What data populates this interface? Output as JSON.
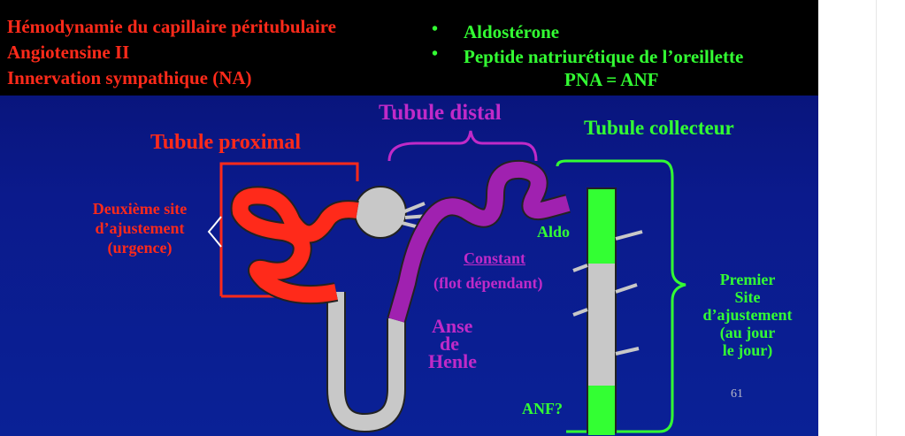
{
  "header": {
    "left_lines": [
      "Hémodynamie du capillaire péritubulaire",
      "Angiotensine II",
      "Innervation sympathique (NA)"
    ],
    "right_items": [
      "Aldostérone",
      "Peptide natriurétique de l’oreillette"
    ],
    "right_sub": "PNA = ANF",
    "bullet": "•"
  },
  "labels": {
    "tubule_distal": "Tubule  distal",
    "tubule_proximal": "Tubule proximal",
    "tubule_collecteur": "Tubule collecteur",
    "deuxieme_site": [
      "Deuxième site",
      "d’ajustement",
      "(urgence)"
    ],
    "aldo": "Aldo",
    "constant": "Constant",
    "flot": "(flot dépendant)",
    "anse": [
      "Anse",
      "de",
      "Henle"
    ],
    "premier_site": [
      "Premier",
      "Site",
      "d’ajustement",
      "(au jour",
      "le jour)"
    ],
    "anf_q": "ANF?",
    "page_number": "61"
  },
  "colors": {
    "red": "#ff2a1a",
    "green": "#33ff33",
    "magenta": "#c02ac8",
    "background": "#0b1a8c"
  }
}
